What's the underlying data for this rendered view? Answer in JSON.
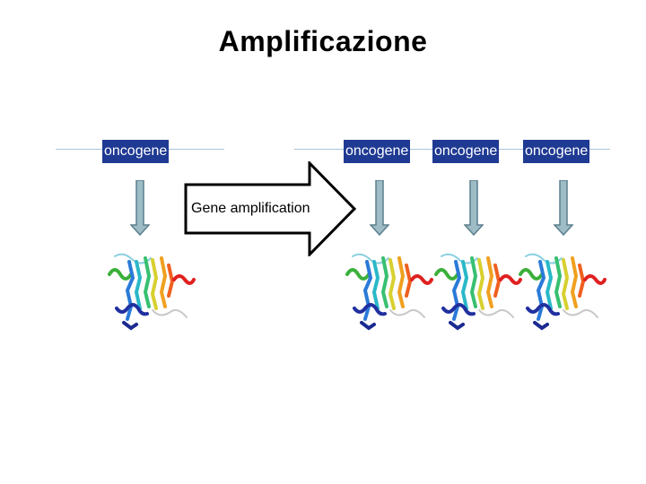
{
  "title": "Amplificazione",
  "before": {
    "gene_label": "oncogene"
  },
  "transition": {
    "label": "Gene amplification"
  },
  "after": {
    "gene_labels": [
      "oncogene",
      "oncogene",
      "oncogene"
    ]
  },
  "colors": {
    "gene_box": "#1f3a93",
    "gene_text": "#ffffff",
    "dna_line": "#a9c4d6",
    "down_arrow_fill": "#9dbcc6",
    "down_arrow_stroke": "#5b7f8c",
    "big_arrow_fill": "#ffffff",
    "big_arrow_stroke": "#000000"
  },
  "icons": {
    "down_arrow": "down-arrow-icon",
    "protein": "protein-ribbon-icon"
  }
}
